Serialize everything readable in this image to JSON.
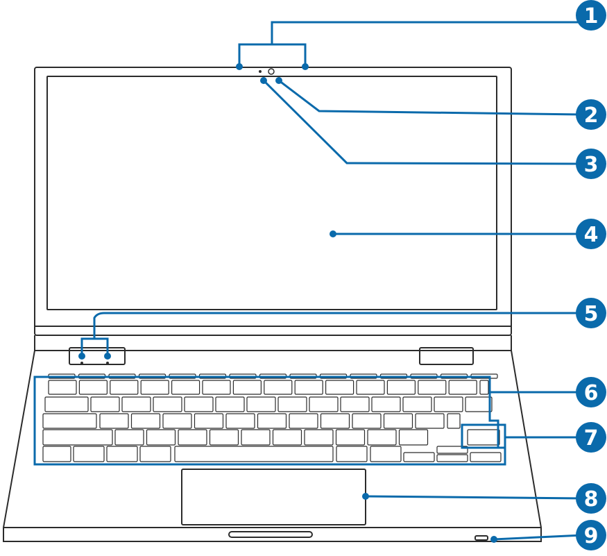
{
  "colors": {
    "outline": "#2b2b2b",
    "callout": "#0a6aab",
    "callout_text": "#ffffff",
    "screen_fill": "#ffffff"
  },
  "callouts": [
    {
      "number": "1"
    },
    {
      "number": "2"
    },
    {
      "number": "3"
    },
    {
      "number": "4"
    },
    {
      "number": "5"
    },
    {
      "number": "6"
    },
    {
      "number": "7"
    },
    {
      "number": "8"
    },
    {
      "number": "9"
    }
  ]
}
